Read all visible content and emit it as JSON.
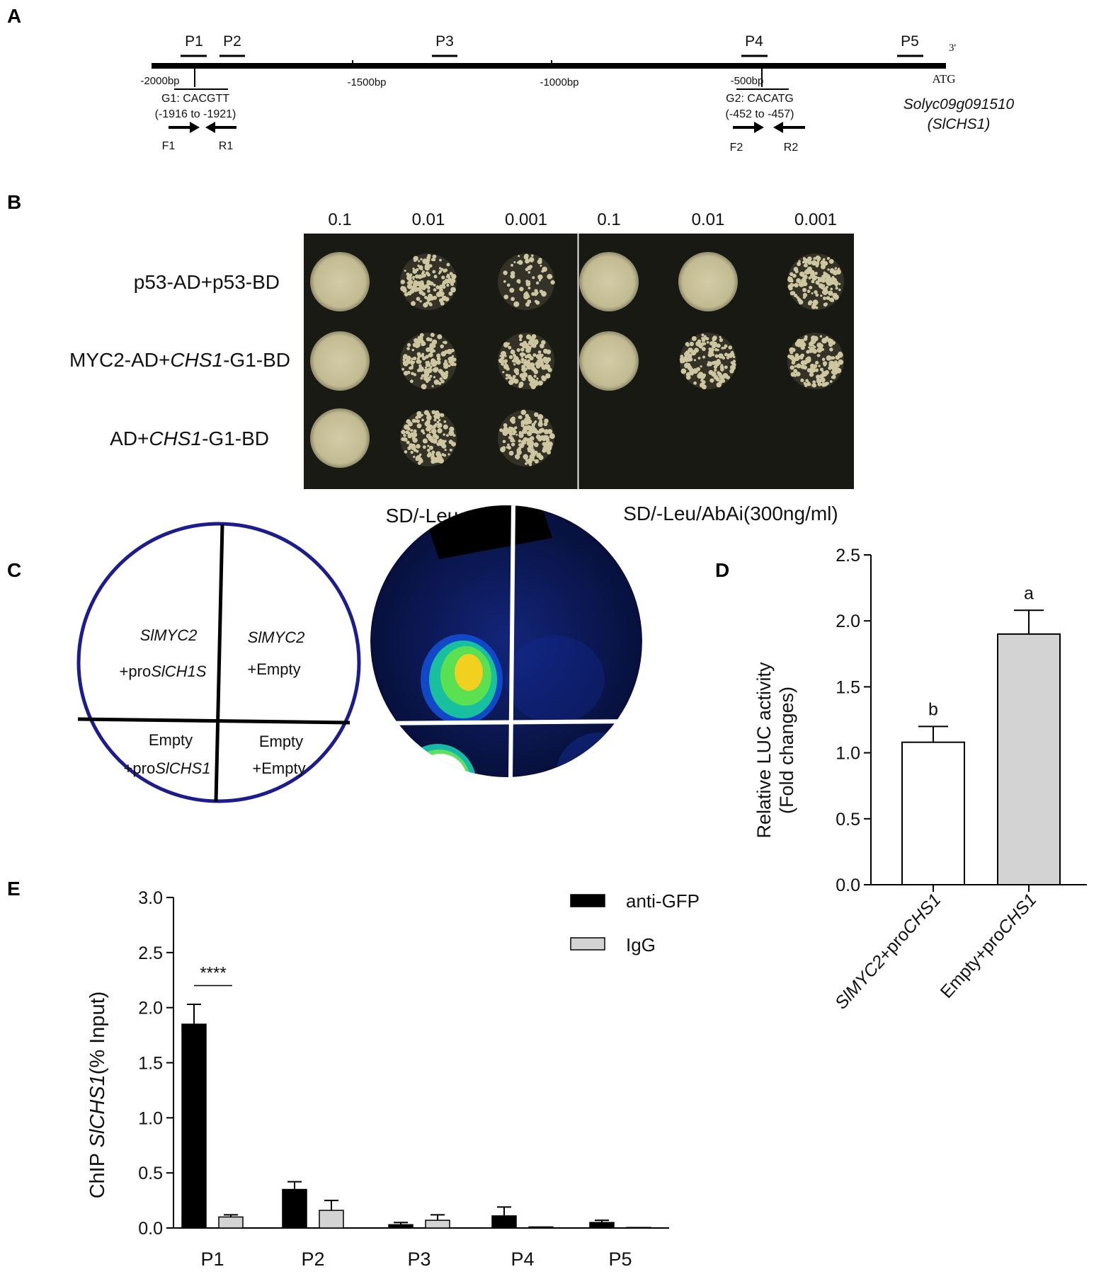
{
  "panel_letters": [
    "A",
    "B",
    "C",
    "D",
    "E"
  ],
  "panelA": {
    "regions": [
      "P1",
      "P2",
      "P3",
      "P4",
      "P5"
    ],
    "end_label": "3'",
    "positions": [
      "-2000bp",
      "-1500bp",
      "-1000bp",
      "-500bp"
    ],
    "atg": "ATG",
    "gene_id": "Solyc09g091510",
    "gene_name": "(SlCHS1)",
    "g1_name": "G1: CACGTT",
    "g1_range": "(-1916 to -1921)",
    "g2_name": "G2: CACATG",
    "g2_range": "(-452 to -457)",
    "primers": [
      "F1",
      "R1",
      "F2",
      "R2"
    ]
  },
  "panelB": {
    "dilutions": [
      "0.1",
      "0.01",
      "0.001",
      "0.1",
      "0.01",
      "0.001"
    ],
    "rows": [
      {
        "pre": "p53-AD+p53-BD",
        "ital": "",
        "post": ""
      },
      {
        "pre": "MYC2-AD+",
        "ital": "CHS1",
        "post": "-G1-BD"
      },
      {
        "pre": "AD+",
        "ital": "CHS1",
        "post": "-G1-BD"
      }
    ],
    "plate_left": "SD/-Leu",
    "plate_right": "SD/-Leu/AbAi(300ng/ml)"
  },
  "panelC": {
    "q1_line1": "SlMYC2",
    "q1_line2_pre": "+pro",
    "q1_line2_ital": "SlCH1S",
    "q2_line1": "SlMYC2",
    "q2_line2": "+Empty",
    "q3_line1": "Empty",
    "q3_line2_pre": "+pro",
    "q3_line2_ital": "SlCHS1",
    "q4_line1": "Empty",
    "q4_line2": "+Empty"
  },
  "colors": {
    "black_bar": "#000000",
    "grey_bar": "#d3d3d3",
    "white_bar": "#ffffff",
    "plate_outline": "#1c1c8c",
    "luc_bg": "#0a1850",
    "yeast_plate": "#1a1a14",
    "colony": "#c7c09a"
  },
  "chart_data": [
    {
      "type": "bar",
      "panel": "D",
      "ylabel_line1": "Relative LUC activity",
      "ylabel_line2": "(Fold changes)",
      "ylim": [
        0,
        2.5
      ],
      "yticks": [
        "0.0",
        "0.5",
        "1.0",
        "1.5",
        "2.0",
        "2.5"
      ],
      "categories": [
        {
          "ital": "SlMYC2",
          "rest": "+pro",
          "ital2": "CHS1"
        },
        {
          "ital": "",
          "rest": "Empty+pro",
          "ital2": "CHS1"
        }
      ],
      "values": [
        1.08,
        1.9
      ],
      "errors": [
        0.12,
        0.18
      ],
      "letters": [
        "b",
        "a"
      ],
      "bar_colors": [
        "#ffffff",
        "#d3d3d3"
      ]
    },
    {
      "type": "bar",
      "panel": "E",
      "ylabel_pre": "ChIP ",
      "ylabel_ital": "SlCHS1",
      "ylabel_post": "(% Input)",
      "ylim": [
        0,
        3.0
      ],
      "yticks": [
        "0.0",
        "0.5",
        "1.0",
        "1.5",
        "2.0",
        "2.5",
        "3.0"
      ],
      "categories": [
        "P1",
        "P2",
        "P3",
        "P4",
        "P5"
      ],
      "series": [
        {
          "name": "anti-GFP",
          "values": [
            1.85,
            0.35,
            0.03,
            0.11,
            0.05
          ],
          "errors": [
            0.18,
            0.07,
            0.02,
            0.08,
            0.02
          ],
          "color": "#000000"
        },
        {
          "name": "IgG",
          "values": [
            0.1,
            0.16,
            0.07,
            0.01,
            0.005
          ],
          "errors": [
            0.02,
            0.09,
            0.05,
            0.0,
            0.0
          ],
          "color": "#d3d3d3"
        }
      ],
      "annotation": "****"
    }
  ]
}
